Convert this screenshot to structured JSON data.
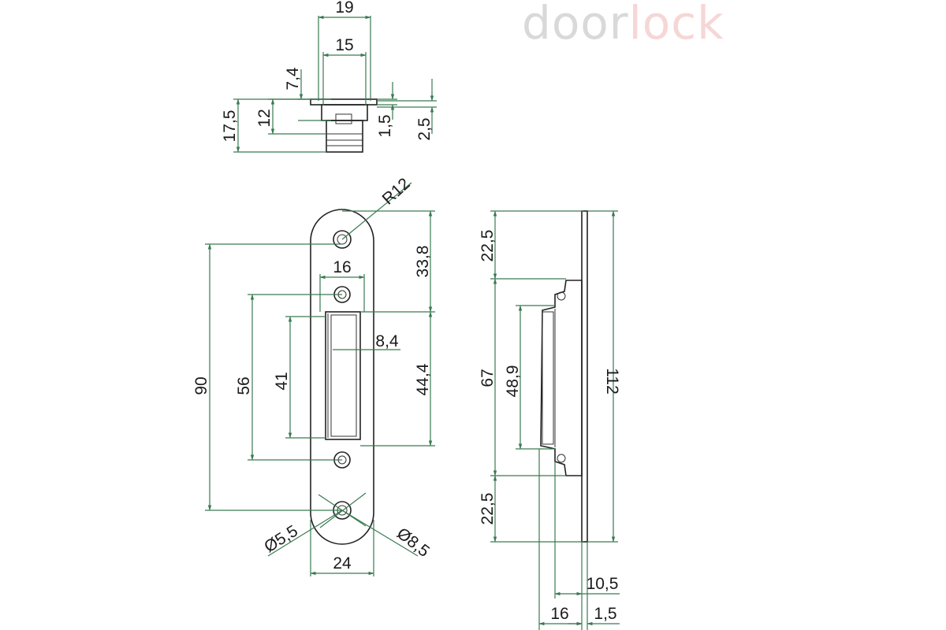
{
  "brand": {
    "part1": "door",
    "part2": "lock",
    "color1": "#d9d9d9",
    "color2": "#f6d6d6"
  },
  "colors": {
    "dimension_line": "#3a7a52",
    "outline": "#222222",
    "text": "#1a1a1a"
  },
  "top_view": {
    "d19": "19",
    "d15": "15",
    "d7_4": "7,4",
    "d17_5": "17,5",
    "d12": "12",
    "d1_5": "1,5",
    "d2_5": "2,5"
  },
  "front_view": {
    "r12": "R12",
    "d16": "16",
    "d33_8": "33,8",
    "d8_4": "8,4",
    "d90": "90",
    "d56": "56",
    "d41": "41",
    "d44_4": "44,4",
    "d5_5": "Ø5,5",
    "d8_5": "Ø8,5",
    "d24": "24"
  },
  "side_view": {
    "d22_5_top": "22,5",
    "d67": "67",
    "d48_9": "48,9",
    "d22_5_bottom": "22,5",
    "d112": "112",
    "d10_5": "10,5",
    "d16": "16",
    "d1_5": "1,5"
  }
}
